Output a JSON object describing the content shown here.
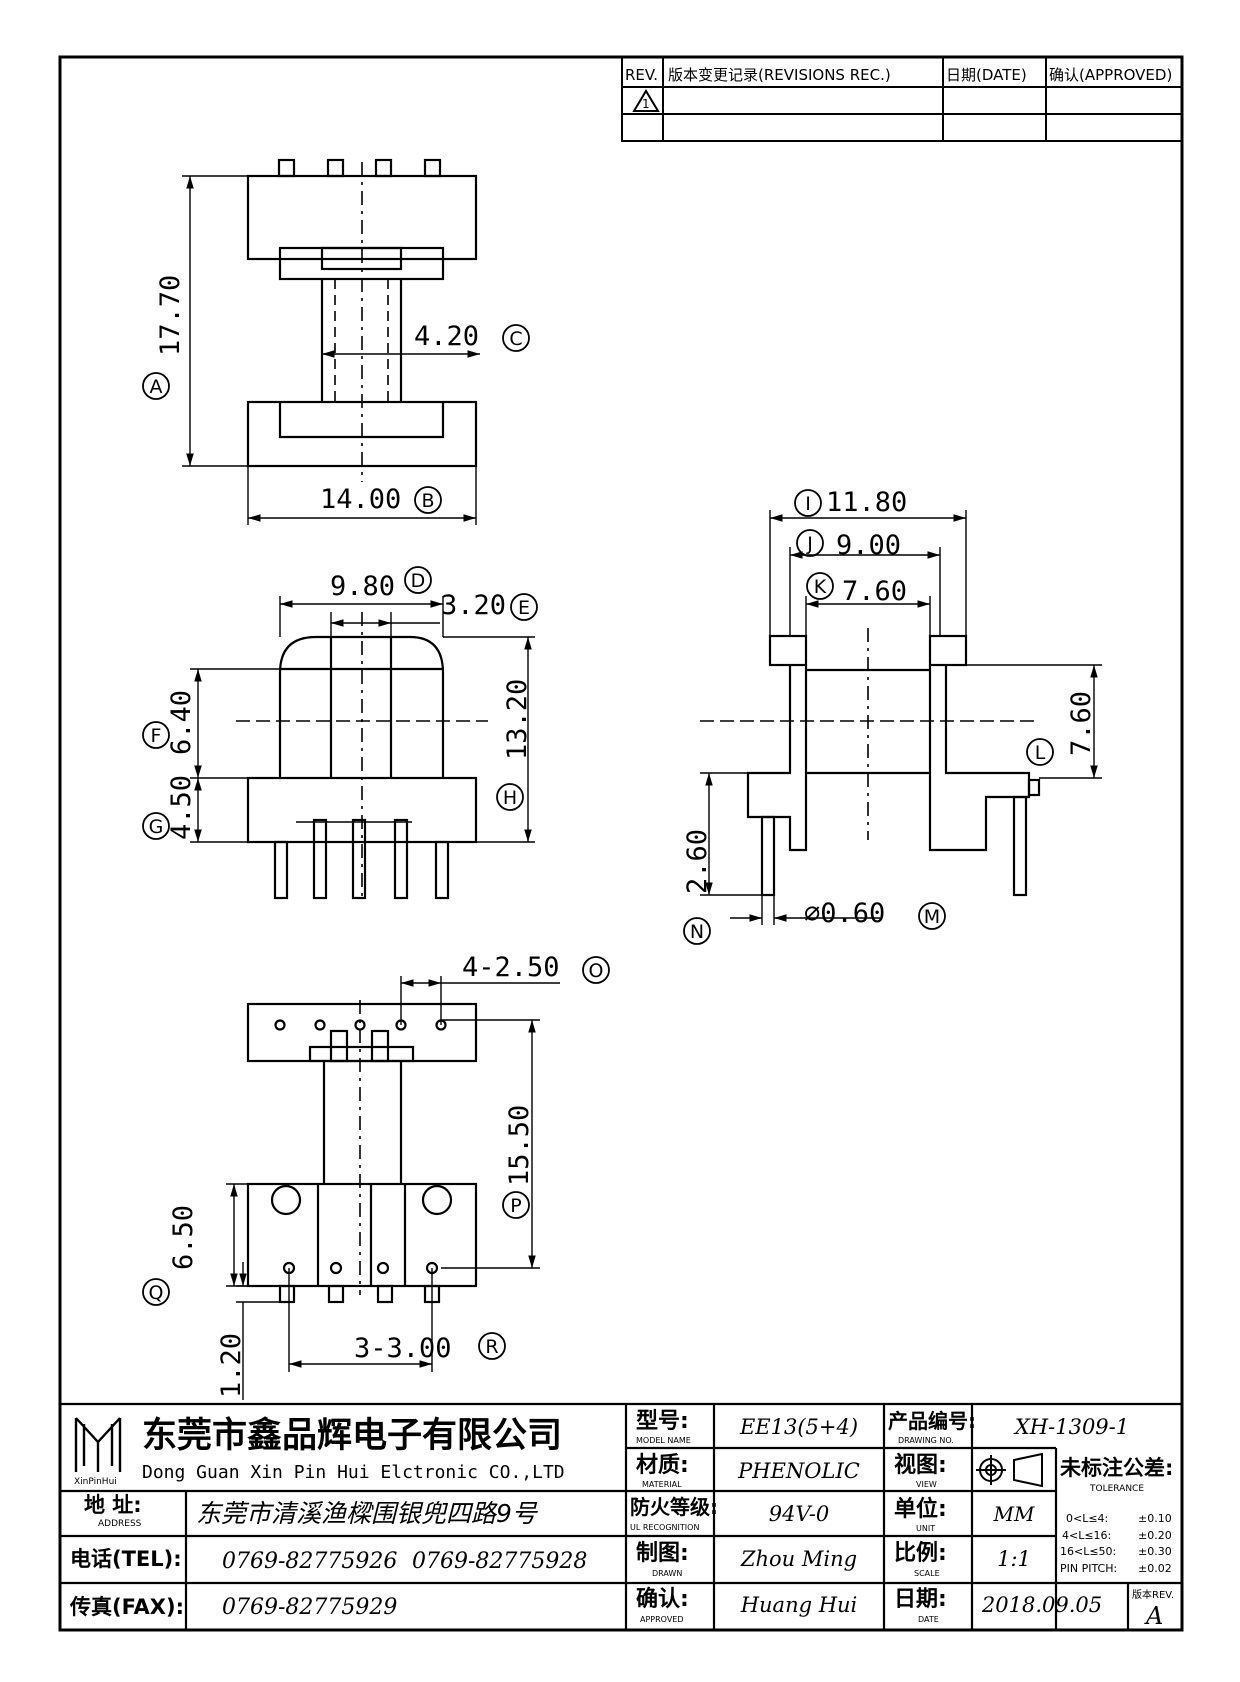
{
  "revision_table": {
    "headers": [
      "REV.",
      "版本变更记录(REVISIONS REC.)",
      "日期(DATE)",
      "确认(APPROVED)"
    ],
    "rev_symbol": "1"
  },
  "dimensions": {
    "A": "17.70",
    "B": "14.00",
    "C": "4.20",
    "D": "9.80",
    "E": "3.20",
    "F": "6.40",
    "G": "4.50",
    "H": "13.20",
    "I": "11.80",
    "J": "9.00",
    "K": "7.60",
    "L": "7.60",
    "M": "⌀0.60",
    "N": "2.60",
    "O": "4-2.50",
    "P": "15.50",
    "Q": "6.50",
    "Q2": "1.20",
    "R": "3-3.00"
  },
  "labels": [
    "A",
    "B",
    "C",
    "D",
    "E",
    "F",
    "G",
    "H",
    "I",
    "J",
    "K",
    "L",
    "M",
    "N",
    "O",
    "P",
    "Q",
    "R"
  ],
  "title_block": {
    "company_cn": "东莞市鑫品辉电子有限公司",
    "company_en": "Dong Guan Xin Pin Hui Elctronic CO.,LTD",
    "logo_text": "XinPinHui",
    "address_label": "地 址:",
    "address_sub": "ADDRESS",
    "address": "东莞市清溪渔樑围银兜四路9号",
    "tel_label": "电话(TEL):",
    "tel1": "0769-82775926",
    "tel2": "0769-82775928",
    "fax_label": "传真(FAX):",
    "fax": "0769-82775929",
    "model_label": "型号:",
    "model_sub": "MODEL NAME",
    "model": "EE13(5+4)",
    "material_label": "材质:",
    "material_sub": "MATERIAL",
    "material": "PHENOLIC",
    "fire_label": "防火等级:",
    "fire_sub": "UL RECOGNITION",
    "fire": "94V-0",
    "drawn_label": "制图:",
    "drawn_sub": "DRAWN",
    "drawn": "Zhou Ming",
    "approved_label": "确认:",
    "approved_sub": "APPROVED",
    "approved": "Huang Hui",
    "drawing_no_label": "产品编号:",
    "drawing_no_sub": "DRAWING NO.",
    "drawing_no": "XH-1309-1",
    "view_label": "视图:",
    "view_sub": "VIEW",
    "unit_label": "单位:",
    "unit_sub": "UNIT",
    "unit": "MM",
    "scale_label": "比例:",
    "scale_sub": "SCALE",
    "scale": "1:1",
    "date_label": "日期:",
    "date_sub": "DATE",
    "date": "2018.09.05",
    "tolerance_label": "未标注公差:",
    "tolerance_sub": "TOLERANCE",
    "tolerances": [
      {
        "range": "0<L≤4:",
        "value": "±0.10"
      },
      {
        "range": "4<L≤16:",
        "value": "±0.20"
      },
      {
        "range": "16<L≤50:",
        "value": "±0.30"
      },
      {
        "range": "PIN PITCH:",
        "value": "±0.02"
      }
    ],
    "version_label": "版本REV.",
    "version": "A"
  }
}
